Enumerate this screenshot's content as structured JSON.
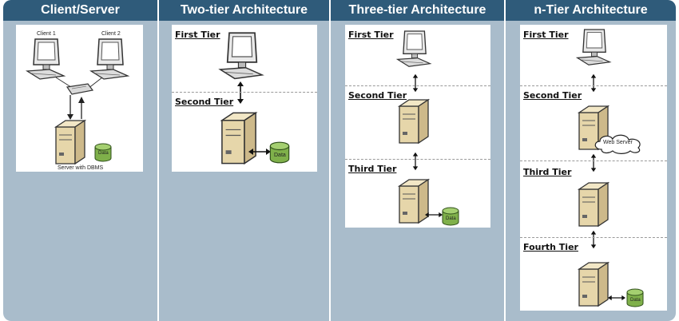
{
  "columns": [
    {
      "title": "Client/Server",
      "labels": {
        "client1": "Client 1",
        "client2": "Client 2",
        "server": "Server with DBMS",
        "db": "Data"
      }
    },
    {
      "title": "Two-tier Architecture",
      "tiers": [
        "First Tier",
        "Second Tier"
      ],
      "db": "Data"
    },
    {
      "title": "Three-tier Architecture",
      "tiers": [
        "First Tier",
        "Second Tier",
        "Third Tier"
      ],
      "db": "Data"
    },
    {
      "title": "n-Tier Architecture",
      "tiers": [
        "First Tier",
        "Second Tier",
        "Third Tier",
        "Fourth Tier"
      ],
      "cloud": "Web Server",
      "db": "Data"
    }
  ],
  "colors": {
    "header": "#2f5b7a",
    "background": "#a9bccb",
    "cylinder": "#7fb04a",
    "server": "#e6d6aa"
  }
}
